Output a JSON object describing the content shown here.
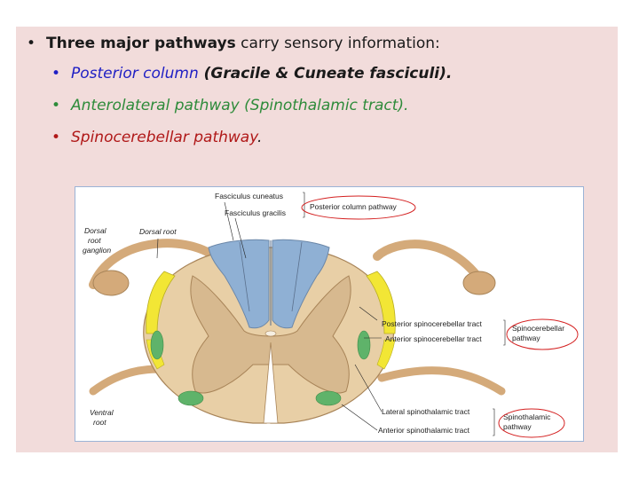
{
  "bullets": {
    "main_bold": "Three major pathways",
    "main_rest": " carry sensory information:",
    "items": [
      {
        "color": "#1f1fc4",
        "a": "Posterior column",
        "b": " (Gracile & Cuneate fasciculi).",
        "b_color": "#1a1a1a"
      },
      {
        "color": "#2e8b3a",
        "a": "Anterolateral pathway (Spinothalamic tract).",
        "b": "",
        "b_color": "#2e8b3a"
      },
      {
        "color": "#b01818",
        "a": "Spinocerebellar pathway",
        "b": ".",
        "b_color": "#1a1a1a"
      }
    ]
  },
  "diagram": {
    "labels": {
      "fasciculus_cuneatus": "Fasciculus cuneatus",
      "fasciculus_gracilis": "Fasciculus gracilis",
      "posterior_column_pathway": "Posterior column pathway",
      "dorsal_root_ganglion": [
        "Dorsal",
        "root",
        "ganglion"
      ],
      "dorsal_root": "Dorsal root",
      "posterior_spinocerebellar": "Posterior spinocerebellar tract",
      "anterior_spinocerebellar": "Anterior spinocerebellar tract",
      "spinocerebellar_pathway": [
        "Spinocerebellar",
        "pathway"
      ],
      "lateral_spinothalamic": "Lateral spinothalamic tract",
      "anterior_spinothalamic": "Anterior spinothalamic tract",
      "spinothalamic_pathway": [
        "Spinothalamic",
        "pathway"
      ],
      "ventral_root": [
        "Ventral",
        "root"
      ]
    },
    "colors": {
      "white_matter": "#e8cfa6",
      "grey_matter": "#d7b98f",
      "posterior_column": "#8fb0d4",
      "spinocerebellar": "#f2e635",
      "spinothalamic": "#5fb36a",
      "nerve_root": "#d4aa7a",
      "highlight_ellipse": "#d42020"
    }
  }
}
